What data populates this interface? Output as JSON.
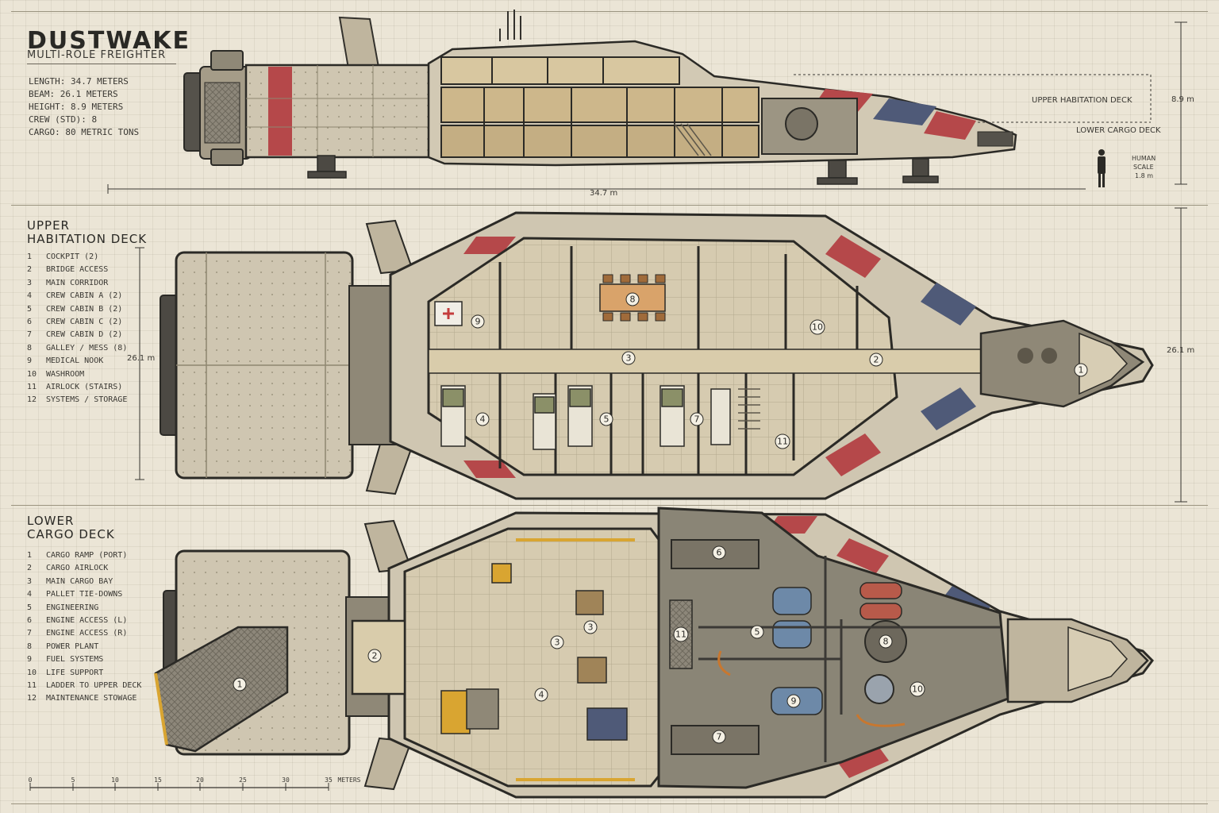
{
  "header": {
    "title": "DUSTWAKE",
    "subtitle": "MULTI-ROLE FREIGHTER",
    "specs": [
      "LENGTH: 34.7 METERS",
      "BEAM: 26.1 METERS",
      "HEIGHT: 8.9 METERS",
      "CREW (STD): 8",
      "CARGO: 80 METRIC TONS"
    ]
  },
  "side_view": {
    "upper_label": "UPPER HABITATION DECK",
    "lower_label": "LOWER CARGO DECK",
    "height_dim": "8.9 m",
    "length_dim": "34.7 m",
    "human_scale": [
      "HUMAN",
      "SCALE",
      "1.8 m"
    ]
  },
  "upper_deck": {
    "title": [
      "UPPER",
      "HABITATION DECK"
    ],
    "beam_dim": "26.1 m",
    "beam_dim_right": "26.1 m",
    "legend": [
      {
        "n": "1",
        "label": "COCKPIT (2)"
      },
      {
        "n": "2",
        "label": "BRIDGE ACCESS"
      },
      {
        "n": "3",
        "label": "MAIN CORRIDOR"
      },
      {
        "n": "4",
        "label": "CREW CABIN A (2)"
      },
      {
        "n": "5",
        "label": "CREW CABIN B (2)"
      },
      {
        "n": "6",
        "label": "CREW CABIN C (2)"
      },
      {
        "n": "7",
        "label": "CREW CABIN D (2)"
      },
      {
        "n": "8",
        "label": "GALLEY / MESS (8)"
      },
      {
        "n": "9",
        "label": "MEDICAL NOOK"
      },
      {
        "n": "10",
        "label": "WASHROOM"
      },
      {
        "n": "11",
        "label": "AIRLOCK (STAIRS)"
      },
      {
        "n": "12",
        "label": "SYSTEMS / STORAGE"
      }
    ],
    "markers": [
      "1",
      "2",
      "3",
      "4",
      "5",
      "7",
      "8",
      "9",
      "10",
      "11"
    ]
  },
  "lower_deck": {
    "title": [
      "LOWER",
      "CARGO DECK"
    ],
    "legend": [
      {
        "n": "1",
        "label": "CARGO RAMP (PORT)"
      },
      {
        "n": "2",
        "label": "CARGO AIRLOCK"
      },
      {
        "n": "3",
        "label": "MAIN CARGO BAY"
      },
      {
        "n": "4",
        "label": "PALLET TIE-DOWNS"
      },
      {
        "n": "5",
        "label": "ENGINEERING"
      },
      {
        "n": "6",
        "label": "ENGINE ACCESS (L)"
      },
      {
        "n": "7",
        "label": "ENGINE ACCESS (R)"
      },
      {
        "n": "8",
        "label": "POWER PLANT"
      },
      {
        "n": "9",
        "label": "FUEL SYSTEMS"
      },
      {
        "n": "10",
        "label": "LIFE SUPPORT"
      },
      {
        "n": "11",
        "label": "LADDER TO UPPER DECK"
      },
      {
        "n": "12",
        "label": "MAINTENANCE STOWAGE"
      }
    ],
    "markers": [
      "1",
      "2",
      "3",
      "3",
      "4",
      "5",
      "6",
      "7",
      "8",
      "9",
      "10",
      "11"
    ]
  },
  "scale_bar": {
    "ticks": [
      "0",
      "5",
      "10",
      "15",
      "20",
      "25",
      "30",
      "35"
    ],
    "unit": "METERS"
  },
  "colors": {
    "paper": "#ebe5d6",
    "hull": "#cfc6b1",
    "hull_dark": "#3b3935",
    "stripe_red": "#b5484a",
    "stripe_blue": "#4f5a78",
    "interior": "#d9ccab",
    "accent_yellow": "#d9a531"
  }
}
